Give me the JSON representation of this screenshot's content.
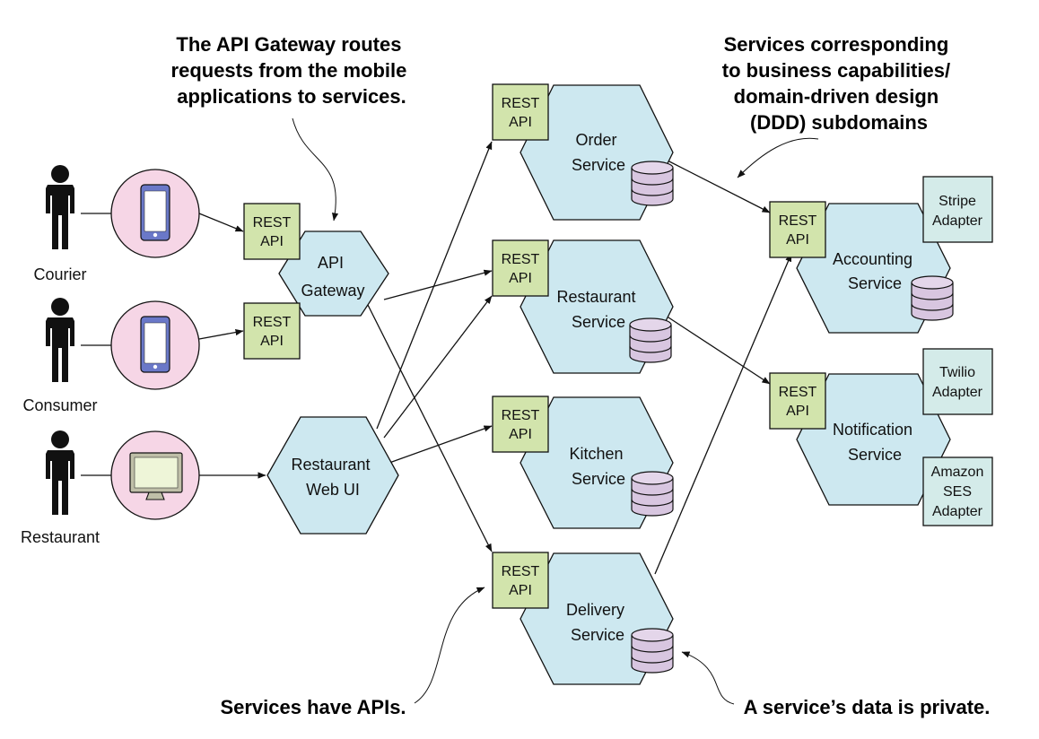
{
  "actors": [
    {
      "id": "courier",
      "label": "Courier",
      "device": "phone"
    },
    {
      "id": "consumer",
      "label": "Consumer",
      "device": "phone"
    },
    {
      "id": "restaurant",
      "label": "Restaurant",
      "device": "monitor"
    }
  ],
  "rest_api_label": [
    "REST",
    "API"
  ],
  "gateway": {
    "lines": [
      "API",
      "Gateway"
    ]
  },
  "web_ui": {
    "lines": [
      "Restaurant",
      "Web UI"
    ]
  },
  "services": {
    "order": {
      "lines": [
        "Order",
        "Service"
      ]
    },
    "restaurant": {
      "lines": [
        "Restaurant",
        "Service"
      ]
    },
    "kitchen": {
      "lines": [
        "Kitchen",
        "Service"
      ]
    },
    "delivery": {
      "lines": [
        "Delivery",
        "Service"
      ]
    },
    "accounting": {
      "lines": [
        "Accounting",
        "Service"
      ]
    },
    "notification": {
      "lines": [
        "Notification",
        "Service"
      ]
    }
  },
  "adapters": {
    "stripe": {
      "lines": [
        "Stripe",
        "Adapter"
      ]
    },
    "twilio": {
      "lines": [
        "Twilio",
        "Adapter"
      ]
    },
    "amazon_ses": {
      "lines": [
        "Amazon",
        "SES",
        "Adapter"
      ]
    }
  },
  "annotations": {
    "gateway_note": [
      "The API Gateway routes",
      "requests from the mobile",
      "applications to services."
    ],
    "capabilities_note": [
      "Services corresponding",
      "to business capabilities/",
      "domain-driven design",
      "(DDD) subdomains"
    ],
    "apis_note": [
      "Services have APIs."
    ],
    "data_note": [
      "A service’s data is private."
    ]
  },
  "colors": {
    "hexagon": "#cde8f0",
    "rest_api": "#d2e4ac",
    "adapter": "#d4ebe9",
    "device_circle": "#f6d6e6",
    "database": "#d8c6e0",
    "phone": "#6a78c8",
    "monitor_screen": "#eef5d8"
  }
}
